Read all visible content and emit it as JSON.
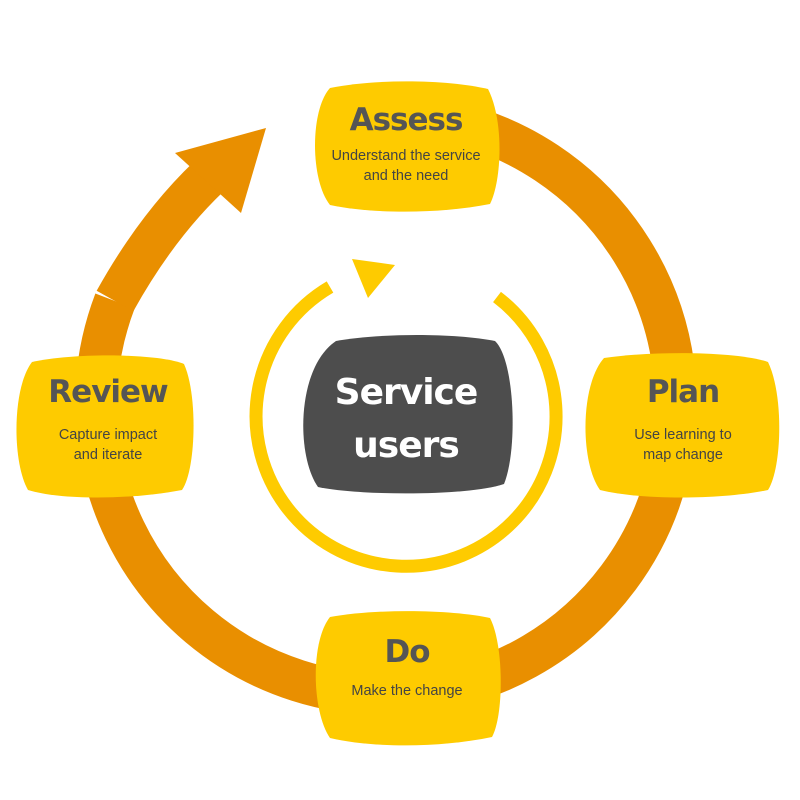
{
  "colors": {
    "outer_cycle": "#E98F00",
    "stage_box": "#FECB00",
    "inner_cycle": "#FECB00",
    "center_box": "#4D4D4D",
    "title_text": "#555555",
    "body_text": "#444444",
    "center_text": "#FFFFFF"
  },
  "center": {
    "line1": "Service",
    "line2": "users"
  },
  "stages": {
    "assess": {
      "title": "Assess",
      "line1": "Understand the service",
      "line2": "and the need"
    },
    "plan": {
      "title": "Plan",
      "line1": "Use learning to",
      "line2": "map change"
    },
    "do": {
      "title": "Do",
      "line1": "Make the change"
    },
    "review": {
      "title": "Review",
      "line1": "Capture impact",
      "line2": "and iterate"
    }
  }
}
